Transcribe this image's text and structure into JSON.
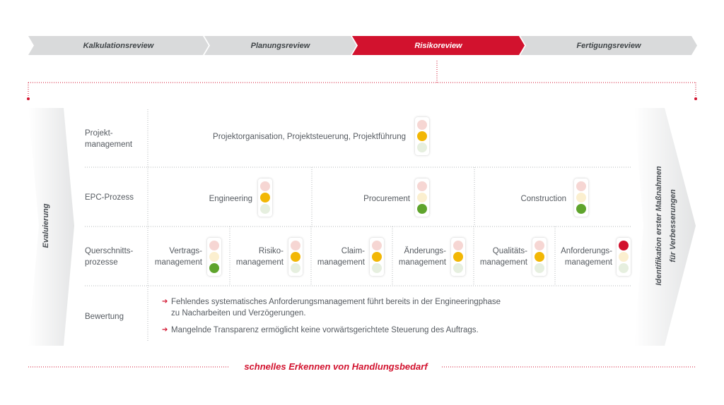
{
  "colors": {
    "accent": "#d2122e",
    "step_grey": "#d9dadb",
    "light_red": "#d2122e",
    "light_yellow": "#f2b705",
    "light_green": "#5fa42c",
    "light_off_red": "#f6d6d3",
    "light_off_yellow": "#fbefcf",
    "light_off_green": "#e6efdf"
  },
  "process_steps": [
    {
      "label": "Kalkulationsreview",
      "active": false
    },
    {
      "label": "Planungsreview",
      "active": false
    },
    {
      "label": "Risikoreview",
      "active": true
    },
    {
      "label": "Fertigungsreview",
      "active": false
    }
  ],
  "left_label": "Evaluierung",
  "right_label_line1": "Identifikation erster Maßnahmen",
  "right_label_line2": "für Verbesserungen",
  "rows": {
    "projektmanagement": {
      "label_line1": "Projekt-",
      "label_line2": "management",
      "item": {
        "text": "Projektorganisation, Projektsteuerung, Projektführung",
        "status": "yellow"
      }
    },
    "epc": {
      "label": "EPC-Prozess",
      "items": [
        {
          "text": "Engineering",
          "status": "yellow"
        },
        {
          "text": "Procurement",
          "status": "green"
        },
        {
          "text": "Construction",
          "status": "green"
        }
      ]
    },
    "querschnitt": {
      "label_line1": "Querschnitts-",
      "label_line2": "prozesse",
      "items": [
        {
          "line1": "Vertrags-",
          "line2": "management",
          "status": "green"
        },
        {
          "line1": "Risiko-",
          "line2": "management",
          "status": "yellow"
        },
        {
          "line1": "Claim-",
          "line2": "management",
          "status": "yellow"
        },
        {
          "line1": "Änderungs-",
          "line2": "management",
          "status": "yellow"
        },
        {
          "line1": "Qualitäts-",
          "line2": "management",
          "status": "yellow"
        },
        {
          "line1": "Anforderungs-",
          "line2": "management",
          "status": "red"
        }
      ]
    },
    "bewertung": {
      "label": "Bewertung",
      "bullets": [
        {
          "line1": "Fehlendes systematisches Anforderungsmanagement führt bereits in der Engineeringphase",
          "line2": "zu Nacharbeiten und Verzögerungen."
        },
        {
          "line1": "Mangelnde Transparenz ermöglicht keine vorwärtsgerichtete Steuerung des Auftrags.",
          "line2": ""
        }
      ]
    }
  },
  "footer_text": "schnelles Erkennen von Handlungsbedarf"
}
